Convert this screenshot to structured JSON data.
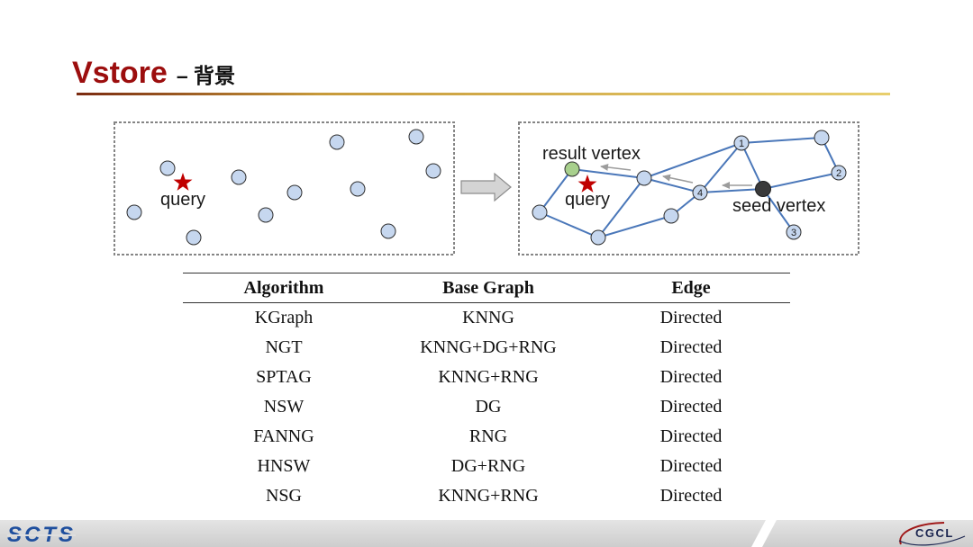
{
  "slide": {
    "title": "Vstore",
    "title_suffix": "– 背景"
  },
  "diagram_before": {
    "query_label": "query"
  },
  "diagram_after": {
    "result_vertex_label": "result vertex",
    "query_label": "query",
    "seed_vertex_label": "seed vertex",
    "node_labels": [
      "1",
      "2",
      "3",
      "4"
    ]
  },
  "table": {
    "headers": [
      "Algorithm",
      "Base Graph",
      "Edge"
    ],
    "rows": [
      [
        "KGraph",
        "KNNG",
        "Directed"
      ],
      [
        "NGT",
        "KNNG+DG+RNG",
        "Directed"
      ],
      [
        "SPTAG",
        "KNNG+RNG",
        "Directed"
      ],
      [
        "NSW",
        "DG",
        "Directed"
      ],
      [
        "FANNG",
        "RNG",
        "Directed"
      ],
      [
        "HNSW",
        "DG+RNG",
        "Directed"
      ],
      [
        "NSG",
        "KNNG+RNG",
        "Directed"
      ]
    ]
  },
  "footer": {
    "left_logo": "SCTS",
    "right_logo": "CGCL"
  },
  "colors": {
    "title": "#9c0e0e",
    "title_rule_start": "#7a2a10",
    "title_rule_end": "#e8cf6e",
    "node_fill": "#c6d7ef",
    "edge": "#4a77b9",
    "result_vertex": "#a8d08d",
    "seed_vertex": "#3a3a3a",
    "query_star": "#c00000",
    "logo_blue": "#1f4f9e"
  },
  "icons": {
    "query_marker": "star-icon",
    "flow_arrow": "right-arrow-icon"
  }
}
